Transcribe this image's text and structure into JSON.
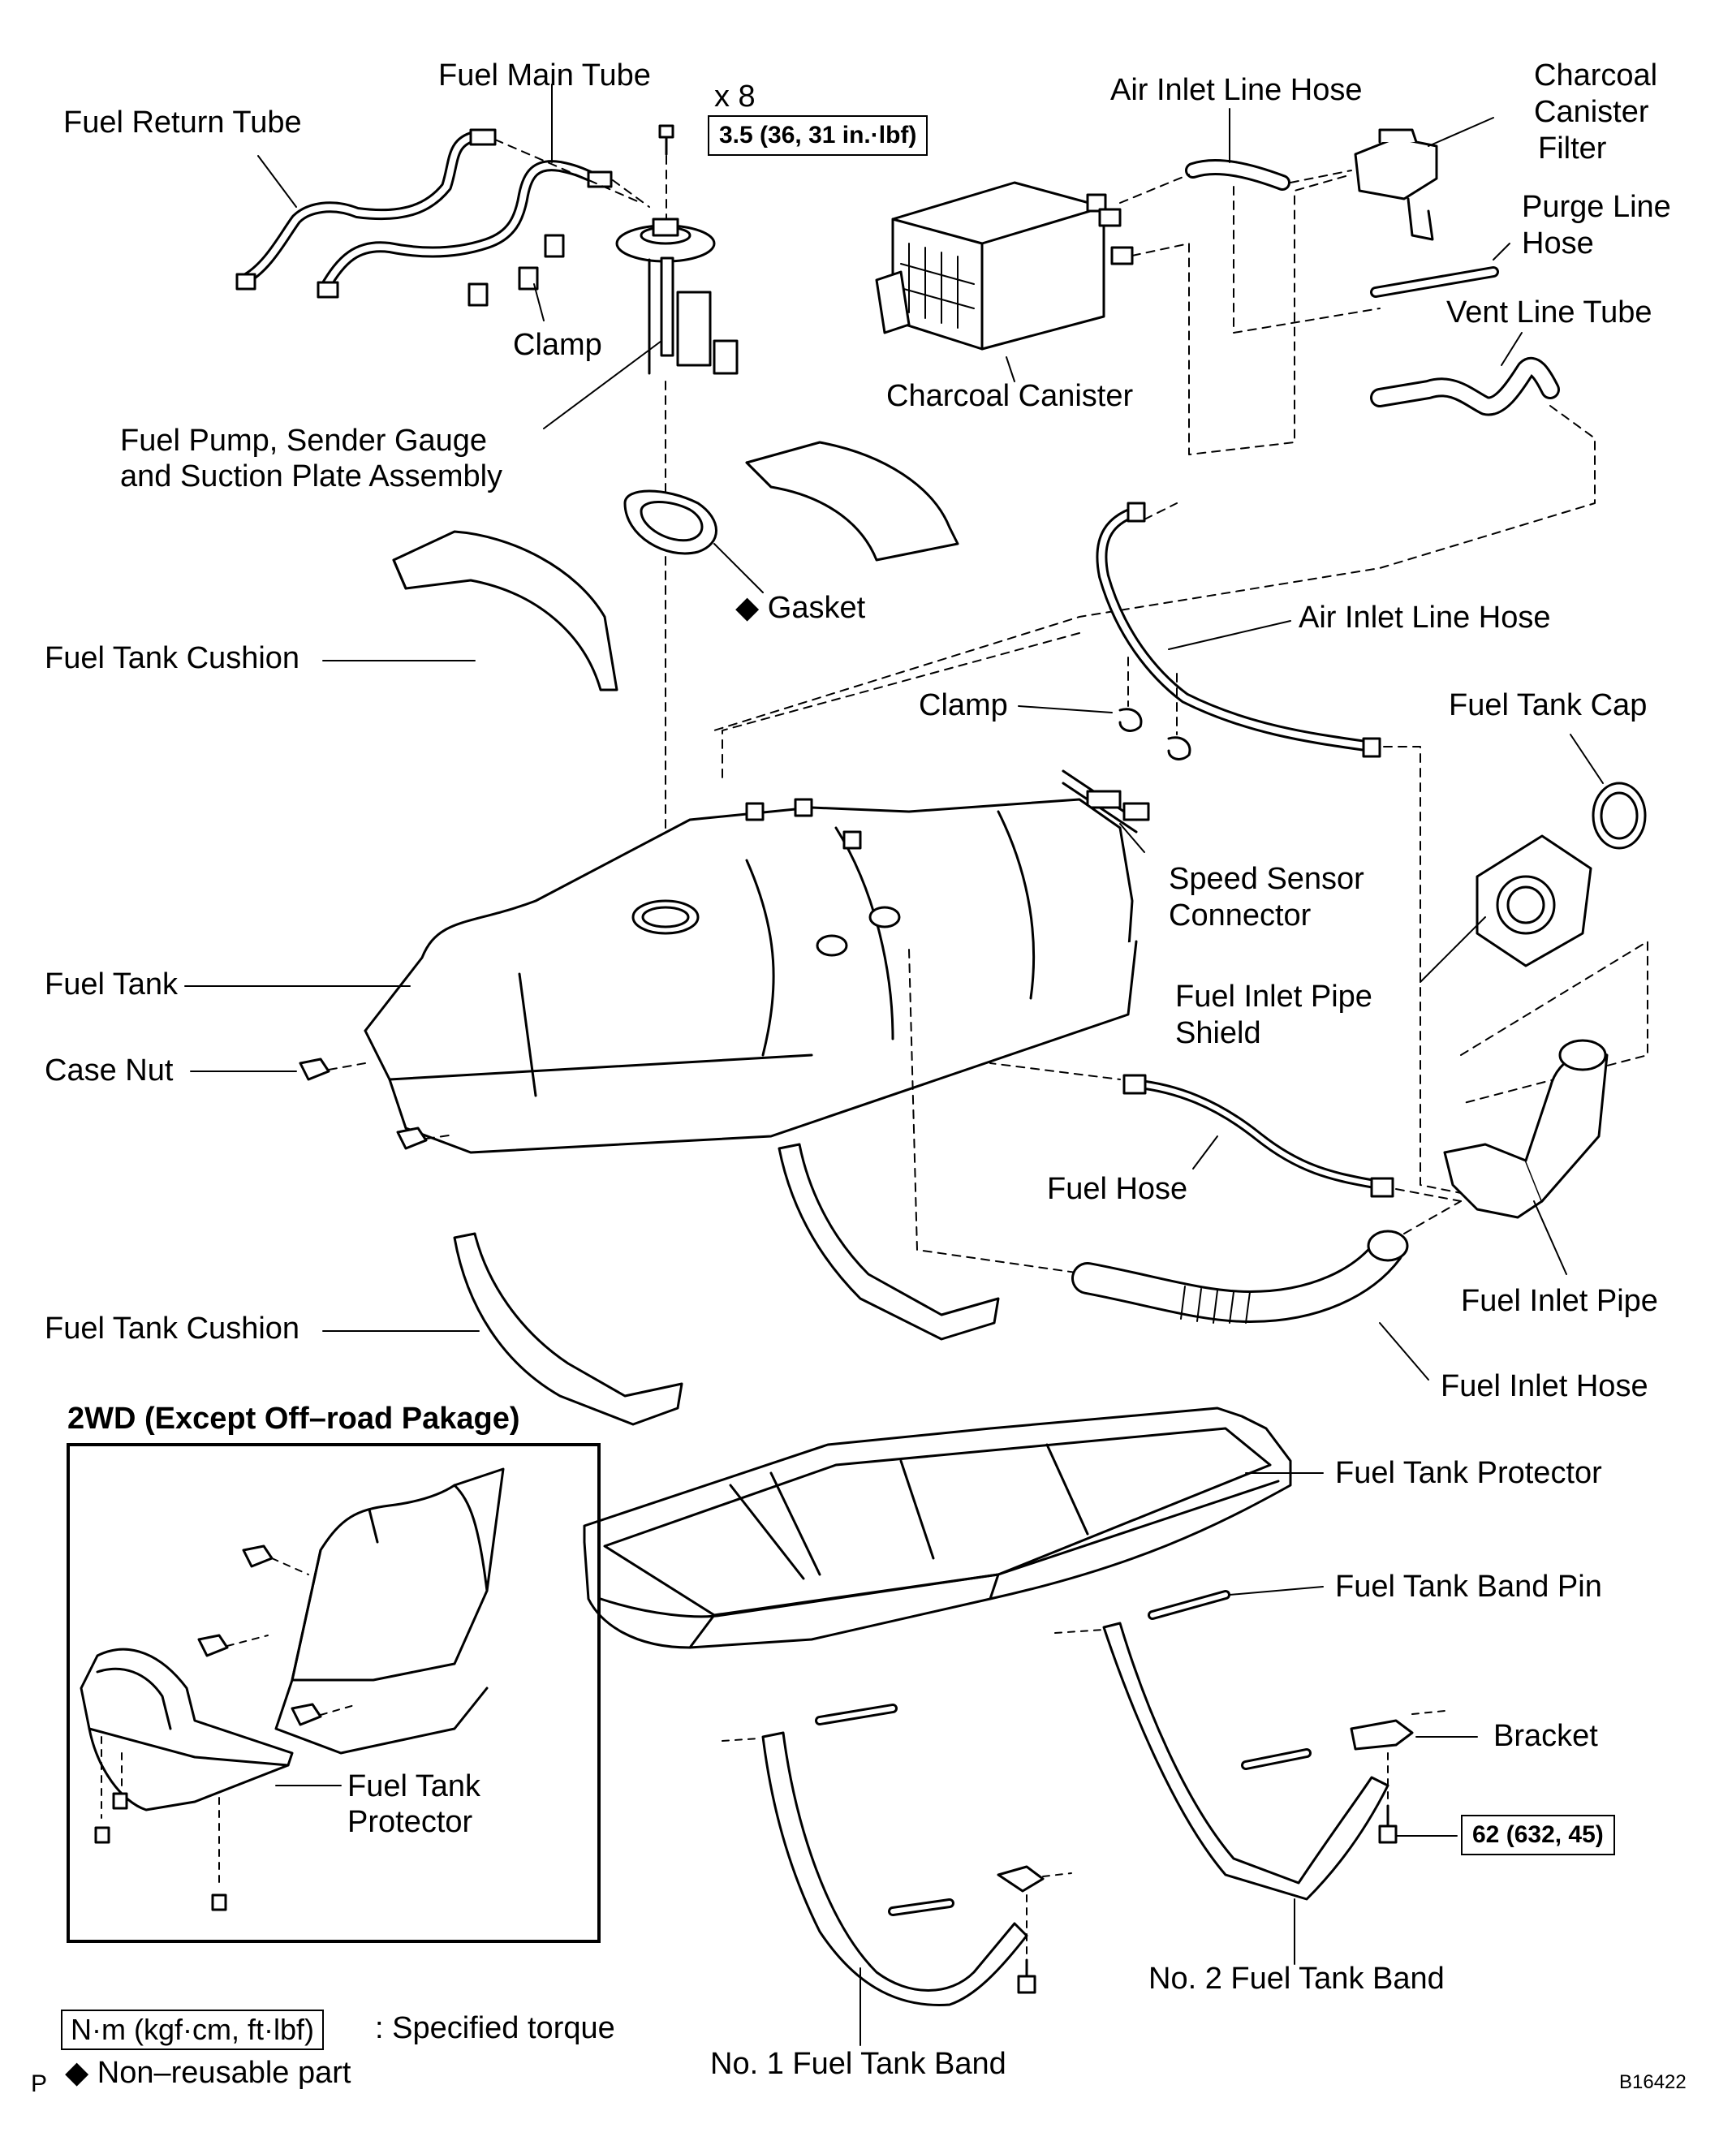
{
  "labels": {
    "fuel_main_tube": "Fuel Main Tube",
    "fuel_return_tube": "Fuel Return Tube",
    "x8": "x 8",
    "clamp_top": "Clamp",
    "fuel_pump_line1": "Fuel Pump, Sender Gauge",
    "fuel_pump_line2": "and Suction Plate Assembly",
    "gasket": "Gasket",
    "fuel_tank_cushion_upper": "Fuel Tank Cushion",
    "air_inlet_line_hose_top": "Air Inlet Line Hose",
    "charcoal_canister_filter_1": "Charcoal",
    "charcoal_canister_filter_2": "Canister",
    "charcoal_canister_filter_3": "Filter",
    "purge_line_hose_1": "Purge Line",
    "purge_line_hose_2": "Hose",
    "vent_line_tube": "Vent Line Tube",
    "charcoal_canister": "Charcoal Canister",
    "air_inlet_line_hose_mid": "Air Inlet Line Hose",
    "clamp_mid": "Clamp",
    "fuel_tank_cap": "Fuel Tank Cap",
    "speed_sensor_1": "Speed  Sensor",
    "speed_sensor_2": "Connector",
    "fuel_inlet_pipe_shield_1": "Fuel Inlet Pipe",
    "fuel_inlet_pipe_shield_2": "Shield",
    "fuel_tank": "Fuel Tank",
    "case_nut": "Case Nut",
    "fuel_hose": "Fuel Hose",
    "fuel_inlet_pipe": "Fuel Inlet Pipe",
    "fuel_tank_cushion_lower": "Fuel Tank Cushion",
    "fuel_inlet_hose": "Fuel Inlet Hose",
    "inset_title": "2WD (Except Off–road Pakage)",
    "fuel_tank_protector": "Fuel Tank Protector",
    "fuel_tank_band_pin": "Fuel Tank Band Pin",
    "bracket": "Bracket",
    "inset_protector_1": "Fuel Tank",
    "inset_protector_2": "Protector",
    "no2_band": "No. 2 Fuel Tank Band",
    "no1_band": "No. 1 Fuel Tank Band",
    "page_mark": "P",
    "figure_code": "B16422"
  },
  "torque": {
    "pump_bolts": "3.5 (36, 31 in.·lbf)",
    "bracket_bolt": "62 (632, 45)"
  },
  "legend": {
    "torque_box": "N·m (kgf·cm, ft·lbf)",
    "torque_text": ": Specified torque",
    "nonreusable_symbol": "◆",
    "nonreusable_text": "Non–reusable part"
  },
  "symbols": {
    "gasket_diamond": "◆"
  }
}
